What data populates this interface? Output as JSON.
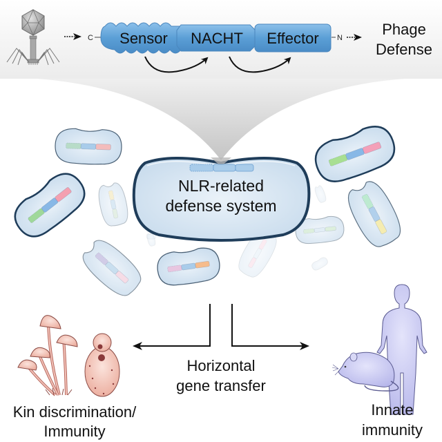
{
  "header": {
    "terminal_c": "C",
    "terminal_n": "N",
    "domains": [
      {
        "label": "Sensor",
        "color": "#5b9fd6"
      },
      {
        "label": "NACHT",
        "color": "#5b9fd6"
      },
      {
        "label": "Effector",
        "color": "#5b9fd6"
      }
    ],
    "outcome_line1": "Phage",
    "outcome_line2": "Defense"
  },
  "center_cell": {
    "line1": "NLR-related",
    "line2": "defense system"
  },
  "transfer": {
    "line1": "Horizontal",
    "line2": "gene transfer"
  },
  "left_outcome": {
    "line1": "Kin discrimination/",
    "line2": "Immunity"
  },
  "right_outcome": {
    "line1": "Innate",
    "line2": "immunity"
  },
  "colors": {
    "domain_blue": "#5b9fd6",
    "cell_fill": "#d6e6f2",
    "cell_outline_dark": "#1f3d5a",
    "fungi_pink": "#e8a89c",
    "animal_lavender": "#c8c8f0",
    "phage_gray": "#8a8a8a"
  }
}
